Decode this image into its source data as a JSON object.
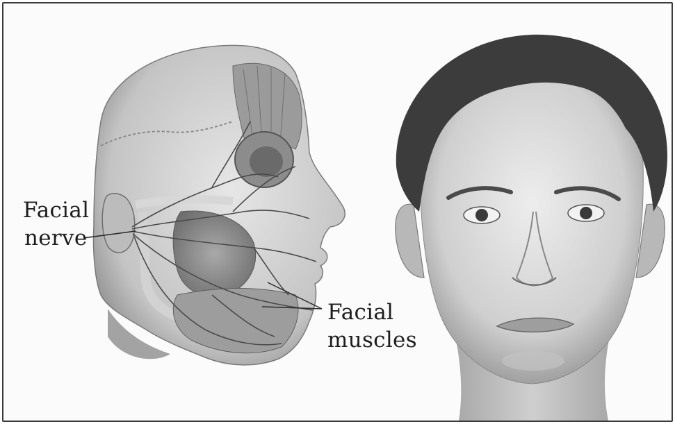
{
  "labels": {
    "facial_nerve_line1": "Facial",
    "facial_nerve_line2": "nerve",
    "facial_muscles_line1": "Facial",
    "facial_muscles_line2": "muscles"
  },
  "colors": {
    "background": "#fbfbfb",
    "border": "#3a3a3a",
    "text": "#1e1e1e",
    "skin_light": "#e9e9e9",
    "skin_mid": "#bdbdbd",
    "hair": "#3c3c3c",
    "nerve": "#555555"
  }
}
